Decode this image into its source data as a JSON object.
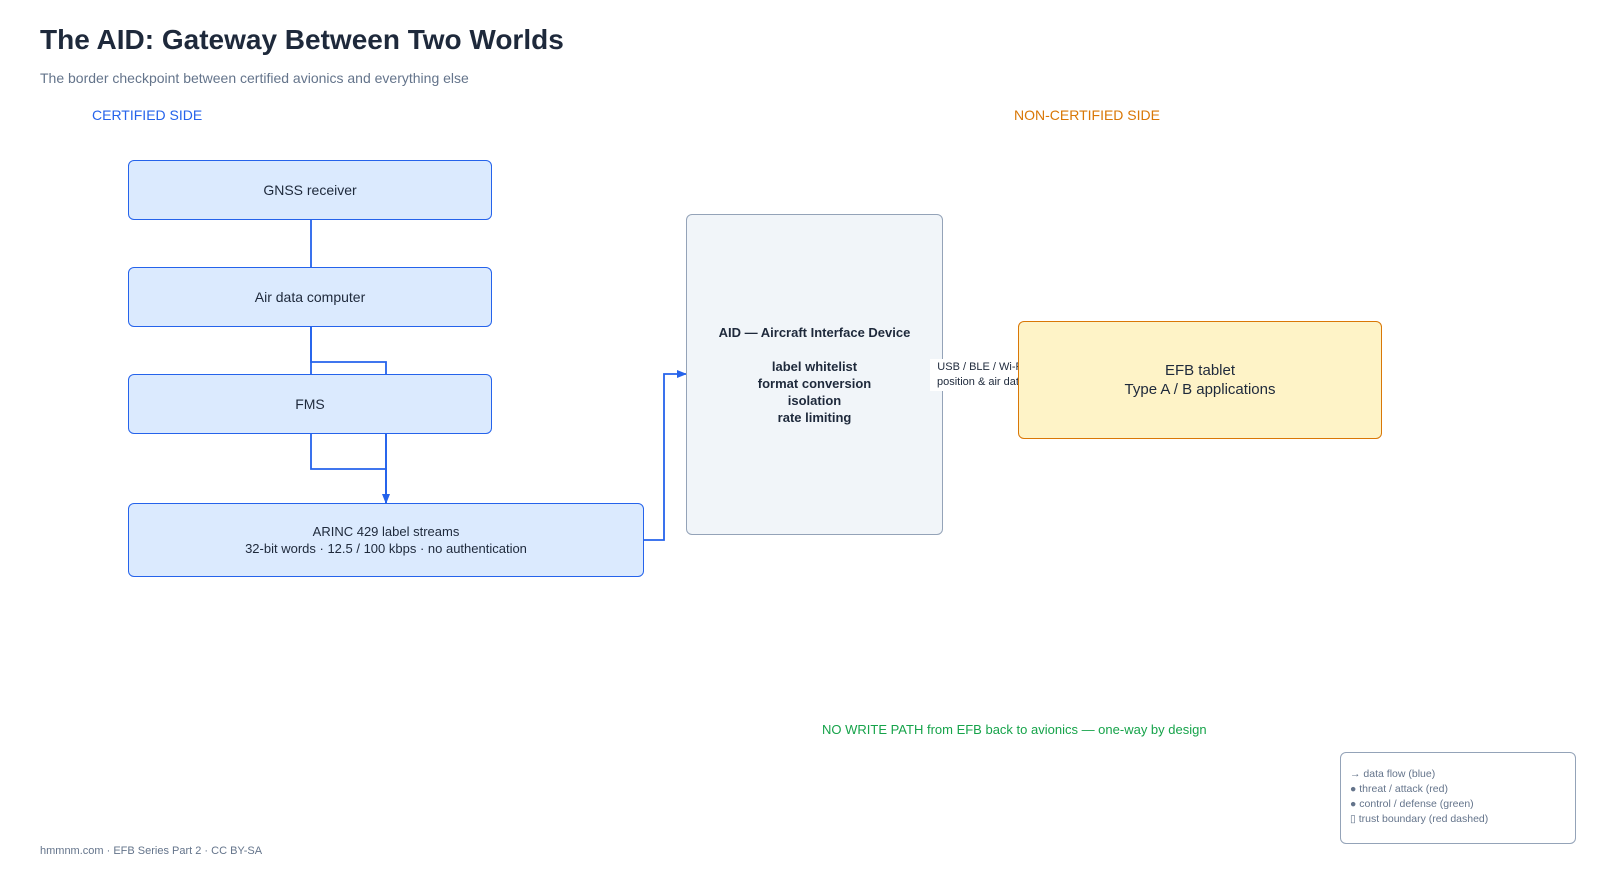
{
  "header": {
    "title": "The AID: Gateway Between Two Worlds",
    "subtitle": "The border checkpoint between certified avionics and everything else"
  },
  "sides": {
    "certified": "CERTIFIED SIDE",
    "non_certified": "NON-CERTIFIED SIDE"
  },
  "nodes": {
    "gnss": "GNSS receiver",
    "adc": "Air data computer",
    "fms": "FMS",
    "arinc": {
      "line1": "ARINC 429 label streams",
      "line2": "32-bit words · 12.5 / 100 kbps · no authentication"
    },
    "aid": {
      "title": "AID — Aircraft Interface Device",
      "functions": [
        "label whitelist",
        "format conversion",
        "isolation",
        "rate limiting"
      ]
    },
    "efb": {
      "line1": "EFB tablet",
      "line2": "Type A / B applications"
    }
  },
  "link_label": {
    "line1": "USB / BLE / Wi-Fi",
    "line2": "position & air data"
  },
  "note": "NO WRITE PATH from EFB back to avionics — one-way by design",
  "legend": [
    "→ data flow (blue)",
    "● threat / attack (red)",
    "● control / defense (green)",
    "▯ trust boundary (red dashed)"
  ],
  "footer": "hmmnm.com · EFB Series Part 2 · CC BY-SA",
  "colors": {
    "certified": "#2563eb",
    "non_certified": "#d97706",
    "defense": "#16a34a",
    "aid_border": "#94a3b8"
  }
}
